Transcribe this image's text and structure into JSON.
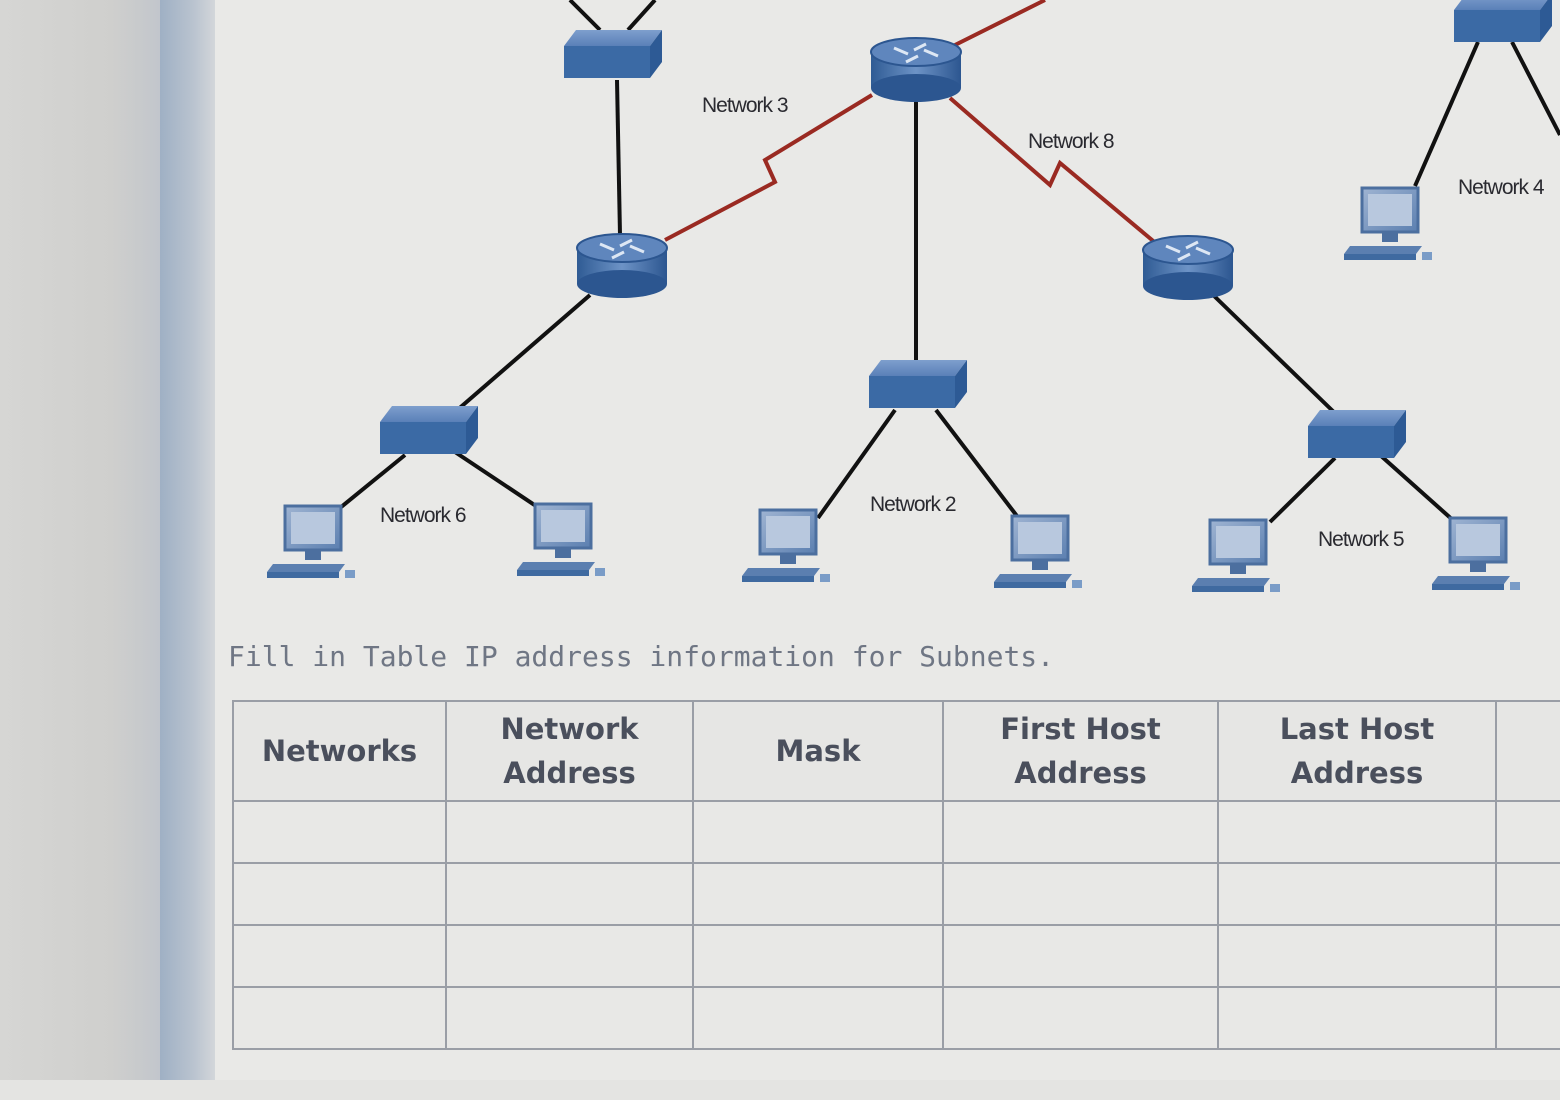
{
  "diagram": {
    "network_labels": {
      "n3": "Network 3",
      "n8": "Network 8",
      "n4": "Network 4",
      "n6": "Network 6",
      "n2": "Network 2",
      "n5": "Network 5"
    },
    "colors": {
      "serial_link": "#9a2a22",
      "ethernet_link": "#111111",
      "device_blue": "#3f6fa8"
    }
  },
  "instruction": "Fill in Table IP address information for Subnets.",
  "table": {
    "headers": [
      "Networks",
      "Network Address",
      "Mask",
      "First Host Address",
      "Last Host Address",
      ""
    ],
    "rows": [
      [
        "",
        "",
        "",
        "",
        "",
        ""
      ],
      [
        "",
        "",
        "",
        "",
        "",
        ""
      ],
      [
        "",
        "",
        "",
        "",
        "",
        ""
      ],
      [
        "",
        "",
        "",
        "",
        "",
        ""
      ]
    ]
  }
}
